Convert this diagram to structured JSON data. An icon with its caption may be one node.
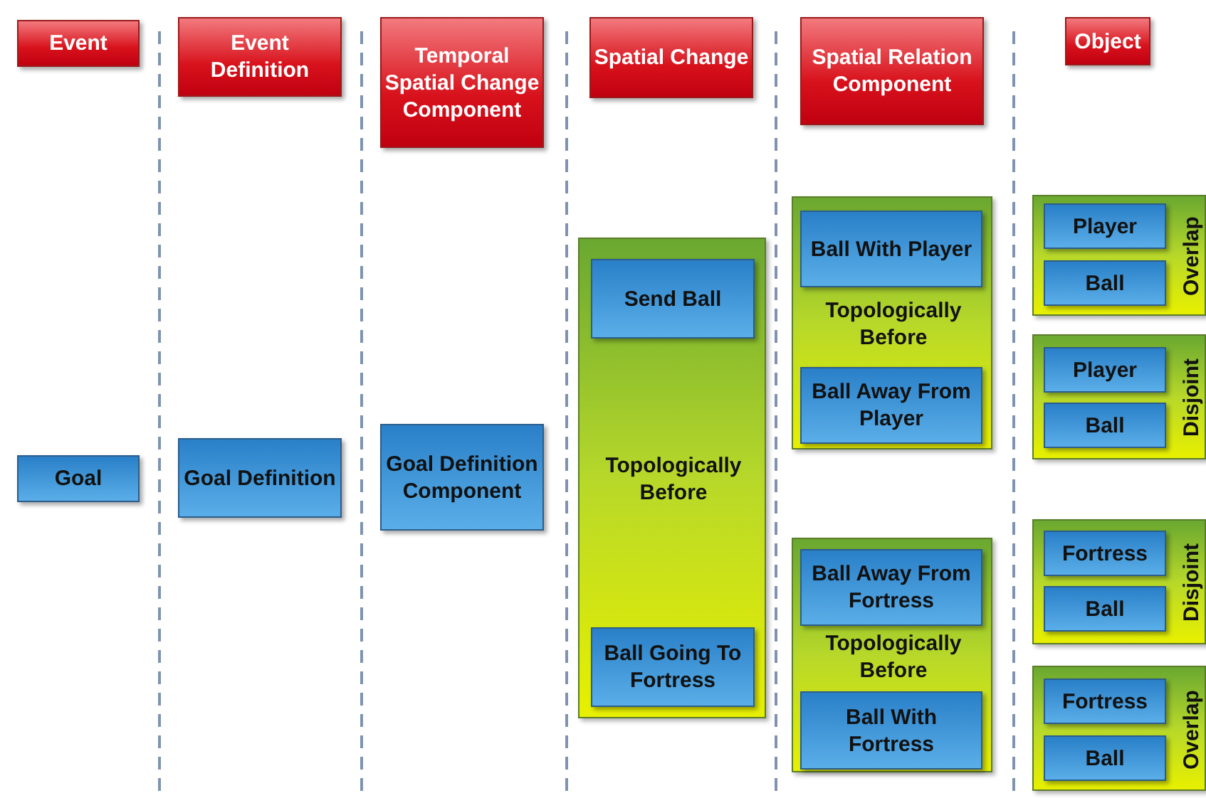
{
  "diagram": {
    "nodes": [
      {
        "text": [
          "Event"
        ]
      },
      {
        "text": [
          "Event Definition"
        ]
      },
      {
        "text": [
          "Temporal Spatial Change Component"
        ]
      },
      {
        "text": [
          "Spatial Change"
        ]
      },
      {
        "text": [
          "Spatial Relation Component"
        ]
      },
      {
        "text": [
          "Object"
        ]
      },
      {
        "text": [
          "Goal"
        ]
      },
      {
        "text": [
          "Goal Definition"
        ]
      },
      {
        "text": [
          "Goal Definition Component"
        ]
      },
      {
        "text": [
          "Topologically Before"
        ]
      },
      {
        "text": [
          "Send Ball"
        ],
        "in": 9
      },
      {
        "text": [
          "Ball Going To Fortress"
        ],
        "in": 9
      },
      {
        "text": [
          "Topologically Before"
        ]
      },
      {
        "text": [
          "Ball With Player"
        ],
        "in": 12
      },
      {
        "text": [
          "Ball Away From Player"
        ],
        "in": 12
      },
      {
        "text": [
          "Topologically Before"
        ]
      },
      {
        "text": [
          "Ball Away From Fortress"
        ],
        "in": 15
      },
      {
        "text": [
          "Ball With Fortress"
        ],
        "in": 15
      },
      {
        "text": [
          "Overlap"
        ]
      },
      {
        "text": [
          "Player"
        ],
        "in": 18
      },
      {
        "text": [
          "Ball"
        ],
        "in": 18
      },
      {
        "text": [
          "Disjoint"
        ]
      },
      {
        "text": [
          "Player"
        ],
        "in": 21
      },
      {
        "text": [
          "Ball"
        ],
        "in": 21
      },
      {
        "text": [
          "Disjoint"
        ]
      },
      {
        "text": [
          "Fortress"
        ],
        "in": 24
      },
      {
        "text": [
          "Ball"
        ],
        "in": 24
      },
      {
        "text": [
          "Overlap"
        ]
      },
      {
        "text": [
          "Fortress"
        ],
        "in": 27
      },
      {
        "text": [
          "Ball"
        ],
        "in": 27
      }
    ],
    "edges": []
  }
}
